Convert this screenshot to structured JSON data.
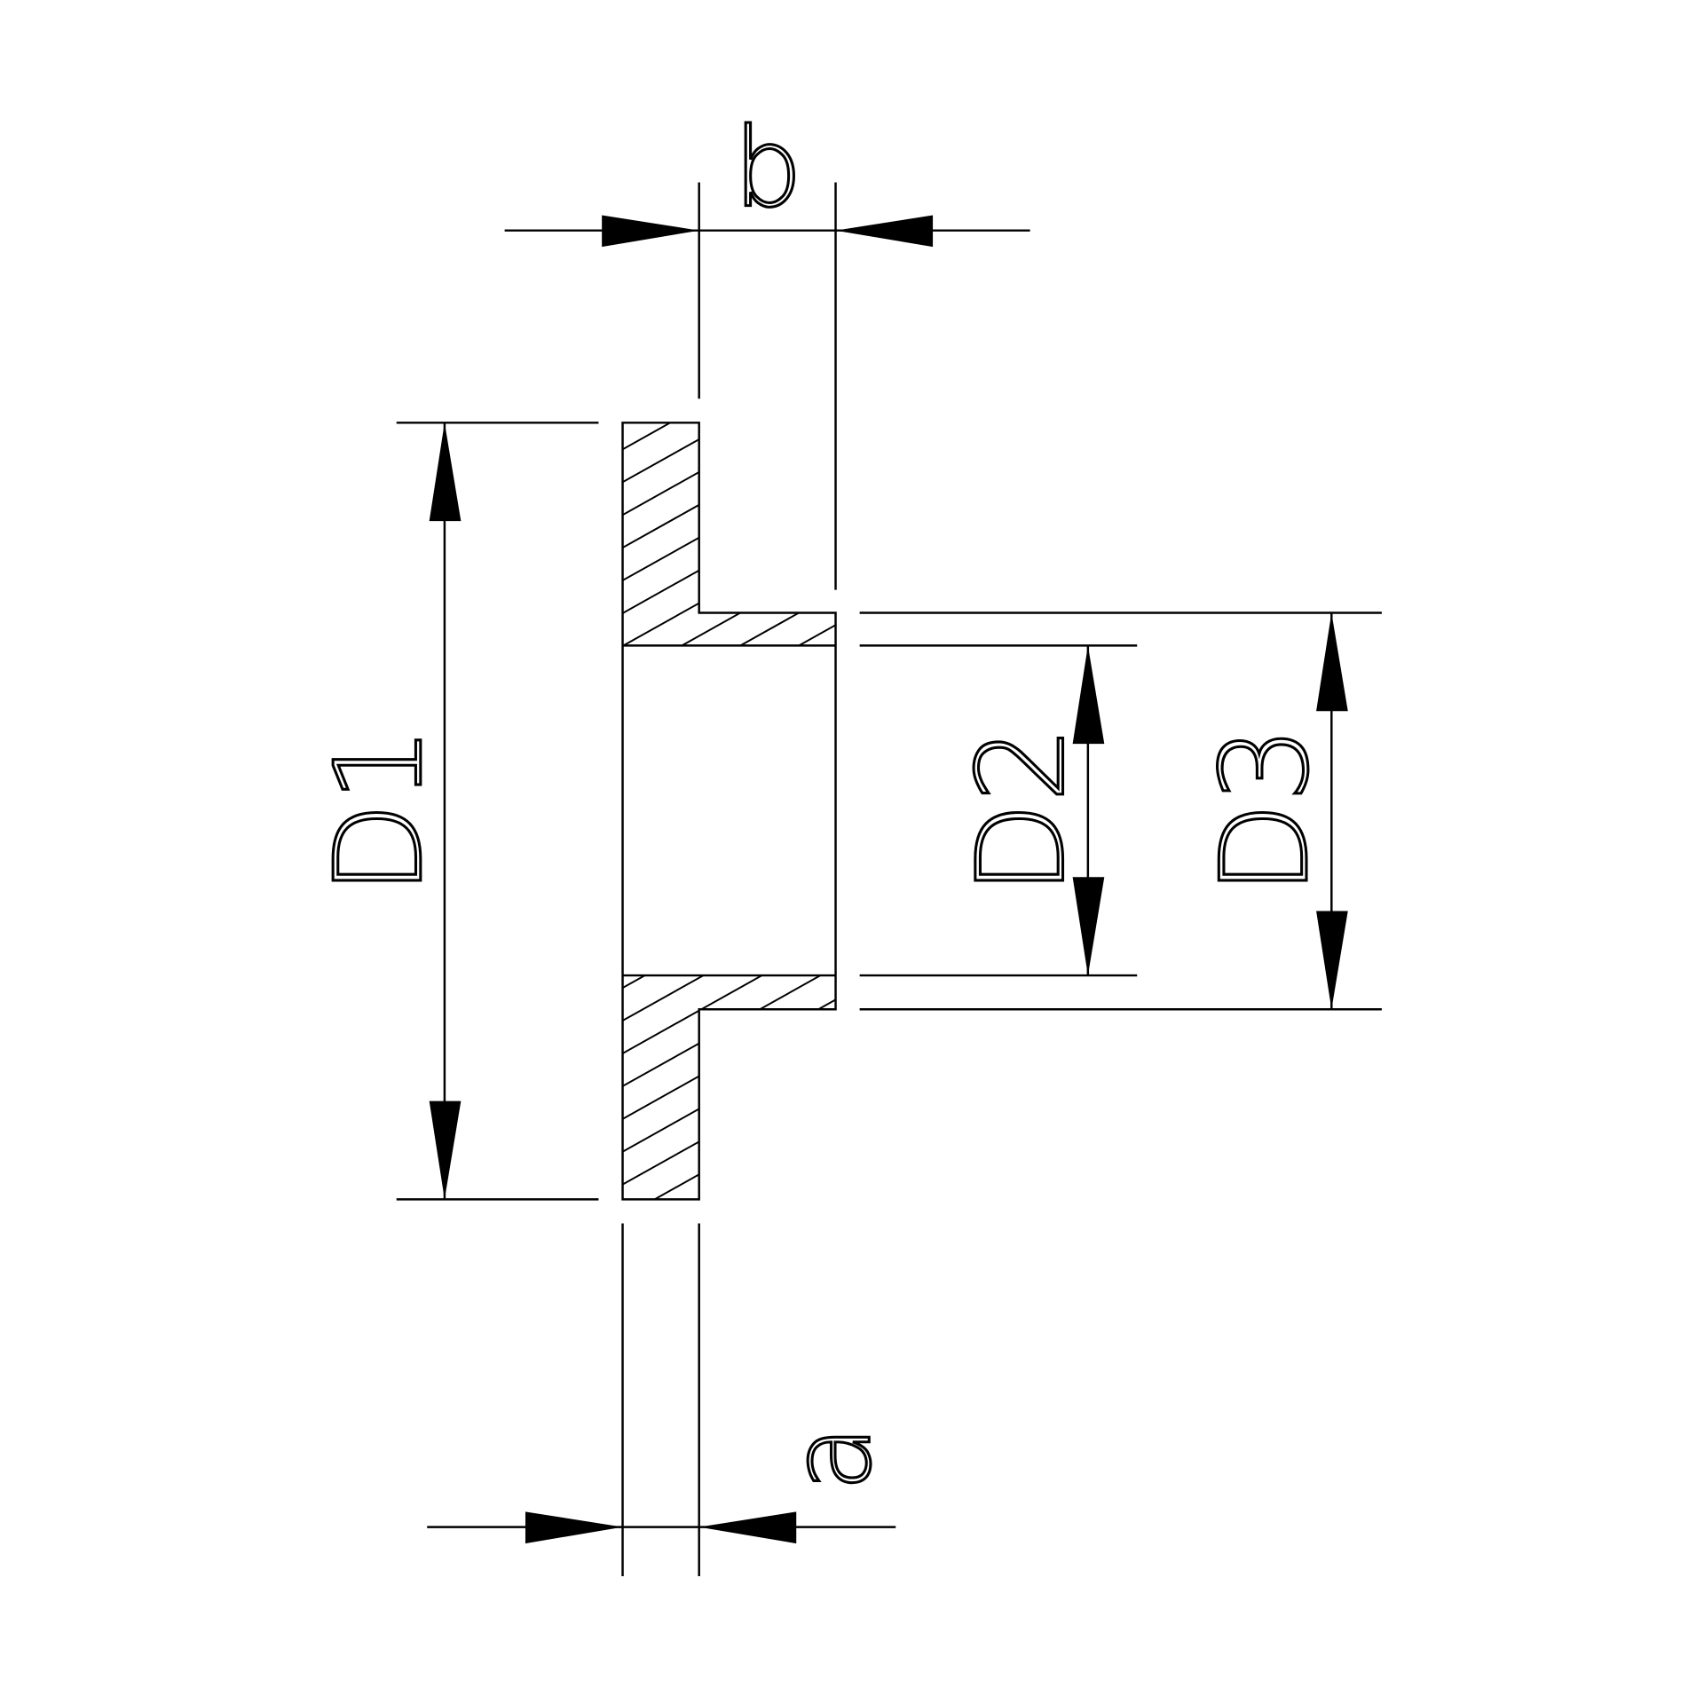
{
  "drawing": {
    "labels": {
      "a": "a",
      "b": "b",
      "d1": "D1",
      "d2": "D2",
      "d3": "D3"
    },
    "line_color": "#000000",
    "background": "#ffffff"
  }
}
